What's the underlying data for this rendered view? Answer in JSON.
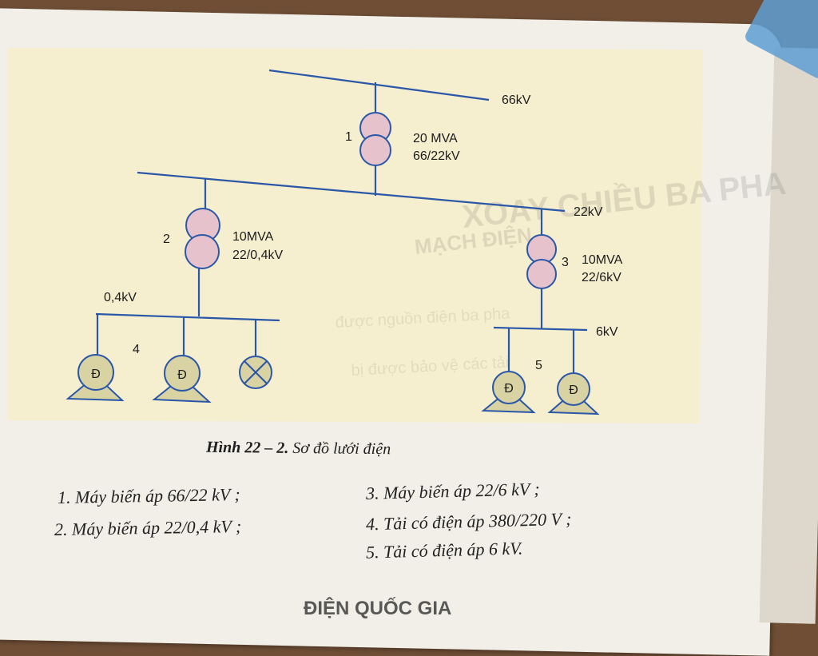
{
  "diagram": {
    "buses": {
      "bus_66": "66kV",
      "bus_22": "22kV",
      "bus_04": "0,4kV",
      "bus_6": "6kV"
    },
    "transformers": [
      {
        "number": "1",
        "rating": "20 MVA",
        "ratio": "66/22kV"
      },
      {
        "number": "2",
        "rating": "10MVA",
        "ratio": "22/0,4kV"
      },
      {
        "number": "3",
        "rating": "10MVA",
        "ratio": "22/6kV"
      }
    ],
    "loads": [
      {
        "number": "4"
      },
      {
        "number": "5"
      }
    ],
    "motor_symbol": "Đ",
    "colors": {
      "line": "#2a57a8",
      "coil": "#e6c3cc",
      "motor": "#d9d2a2",
      "background": "#f6efcf"
    }
  },
  "caption": {
    "bold": "Hình 22 – 2.",
    "text": "Sơ đồ lưới điện"
  },
  "legend": [
    "1. Máy biến áp 66/22 kV ;",
    "2. Máy biến áp 22/0,4 kV ;",
    "3. Máy biến áp 22/6 kV ;",
    "4. Tải có điện áp 380/220 V ;",
    "5. Tải có điện áp 6 kV."
  ],
  "bottom_heading": "ĐIỆN QUỐC GIA"
}
